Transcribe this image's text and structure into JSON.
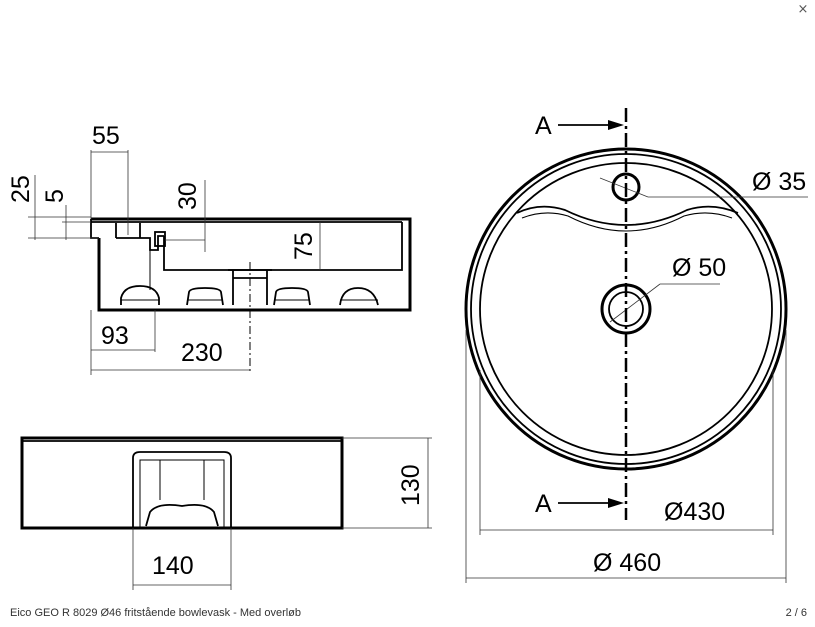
{
  "viewer": {
    "close_label": "×",
    "caption": "Eico GEO R 8029 Ø46 fritstående bowlevask - Med overløb",
    "page_counter": "2 / 6"
  },
  "diagram": {
    "section_view": {
      "dims": {
        "d55": "55",
        "d25": "25",
        "d5": "5",
        "d30": "30",
        "d75": "75",
        "d93": "93",
        "d230": "230"
      }
    },
    "side_view": {
      "dims": {
        "d130": "130",
        "d140": "140"
      }
    },
    "top_view": {
      "section_marker": "A",
      "dims": {
        "tap_hole": "Ø 35",
        "drain": "Ø 50",
        "inner": "Ø430",
        "outer": "Ø 460"
      }
    }
  }
}
